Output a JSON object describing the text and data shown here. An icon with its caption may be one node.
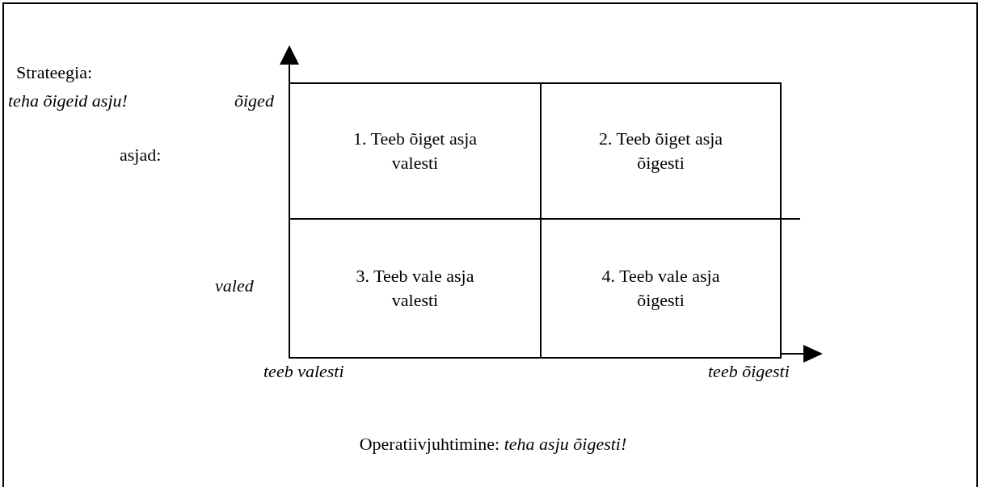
{
  "diagram": {
    "nodes": [
      {
        "text": [
          "1. Teeb õiget asja valesti"
        ]
      },
      {
        "text": [
          "2. Teeb õiget asja õigesti"
        ]
      },
      {
        "text": [
          "3. Teeb vale asja valesti"
        ]
      },
      {
        "text": [
          "4. Teeb vale asja õigesti"
        ]
      }
    ],
    "labels": [
      "Strateegia:",
      "teha õigeid asju!",
      "õiged",
      "asjad:",
      "valed",
      "teeb valesti",
      "teeb õigesti",
      "Operatiivjuhtimine: *teha asju õigesti!*"
    ]
  }
}
